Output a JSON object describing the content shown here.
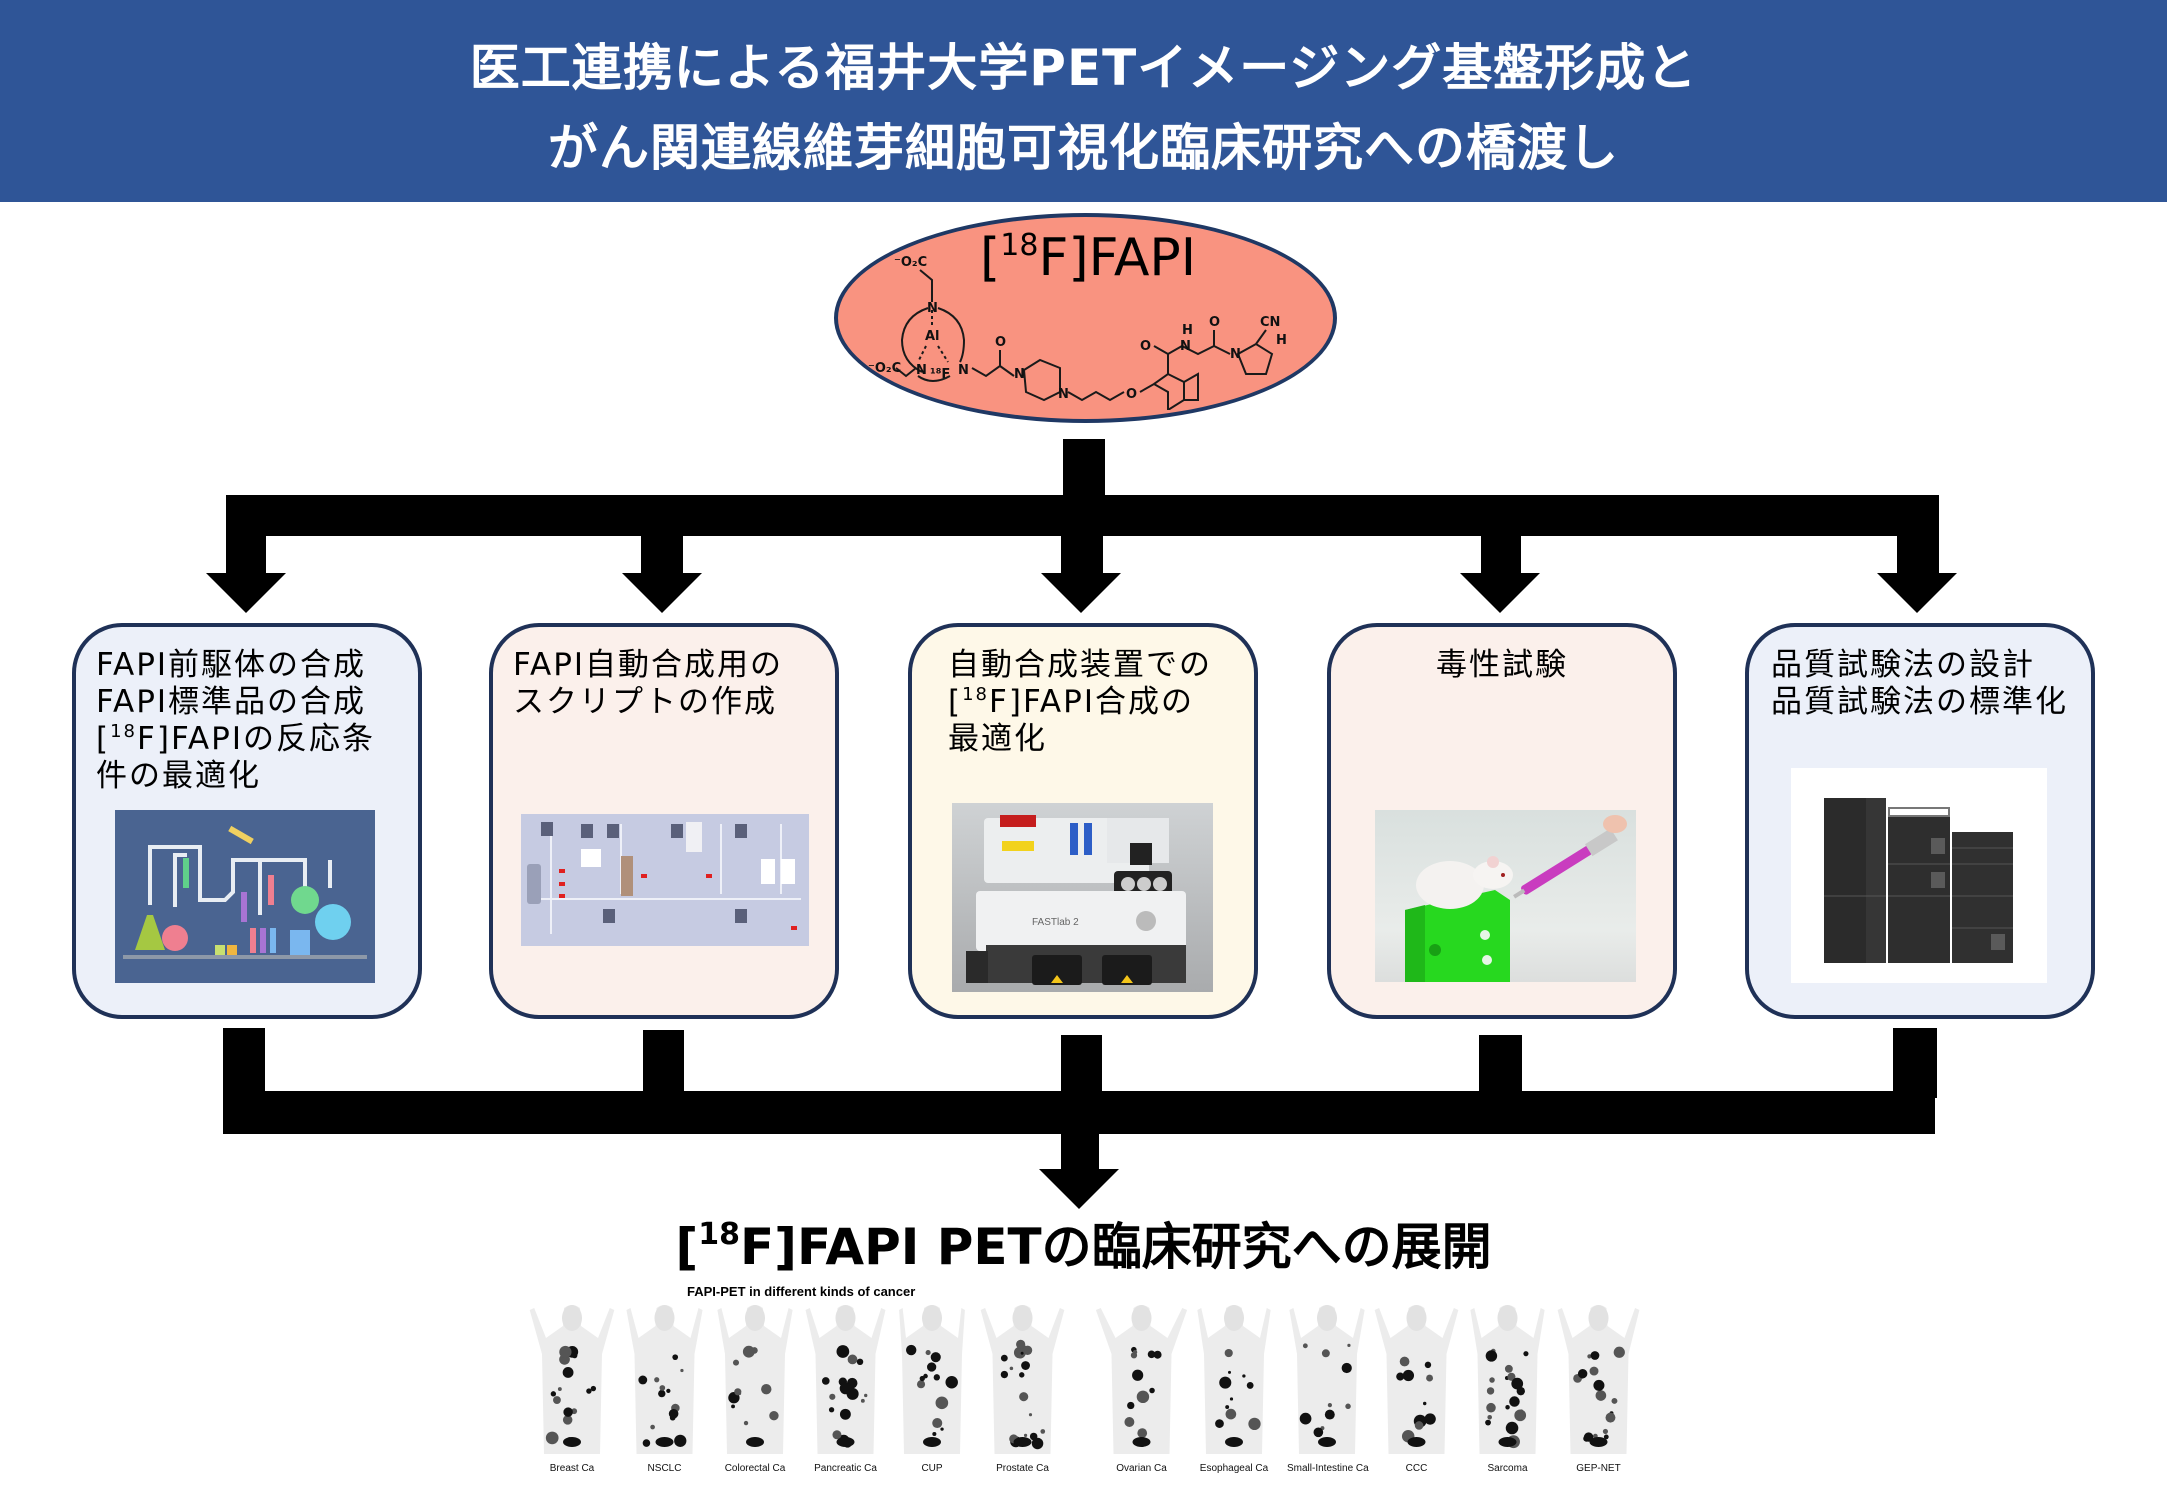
{
  "header": {
    "title_line1": "医工連携による福井大学PETイメージング基盤形成と",
    "title_line2": "がん関連線維芽細胞可視化臨床研究への橋渡し",
    "background_color": "#2f5597"
  },
  "compound": {
    "isotope_bracket_open": "[",
    "isotope_mass": "18",
    "isotope_rest": "F]FAPI",
    "structure_labels": [
      "-O2C",
      "N",
      "Al",
      "18F",
      "N",
      "N",
      "-O2C",
      "O",
      "N",
      "N",
      "O",
      "O",
      "N",
      "H",
      "O",
      "N",
      "CN",
      "H",
      "N"
    ],
    "fill_color": "#f99380"
  },
  "tasks": [
    {
      "lines": [
        "FAPI前駆体の合成",
        "FAPI標準品の合成",
        "[{18}F]FAPIの反応条",
        "件の最適化"
      ],
      "image": "lab-glassware-illustration",
      "background": "#ecf0f9"
    },
    {
      "lines": [
        "FAPI自動合成用の",
        "スクリプトの作成"
      ],
      "image": "synthesizer-script-screen",
      "background": "#fbf0eb"
    },
    {
      "lines": [
        "自動合成装置での",
        "[{18}F]FAPI合成の",
        "最適化"
      ],
      "image": "fastlab-synthesizer-photo",
      "device_label": "FASTlab 2",
      "background": "#fef8e8"
    },
    {
      "lines": [
        "毒性試験"
      ],
      "image": "mouse-injection-photo",
      "background": "#fbf0eb"
    },
    {
      "lines": [
        "品質試験法の設計",
        "品質試験法の標準化"
      ],
      "image": "hplc-system-photo",
      "background": "#ecf0f9"
    }
  ],
  "bottom": {
    "title_open": "[",
    "title_mass": "18",
    "title_rest": "F]FAPI PETの臨床研究への展開",
    "figure_caption": "FAPI-PET in different kinds of cancer",
    "pet_labels": [
      "Breast Ca",
      "NSCLC",
      "Colorectal Ca",
      "Pancreatic Ca",
      "CUP",
      "Prostate Ca",
      "Ovarian Ca",
      "Esophageal Ca",
      "Small-Intestine Ca",
      "CCC",
      "Sarcoma",
      "GEP-NET"
    ]
  }
}
